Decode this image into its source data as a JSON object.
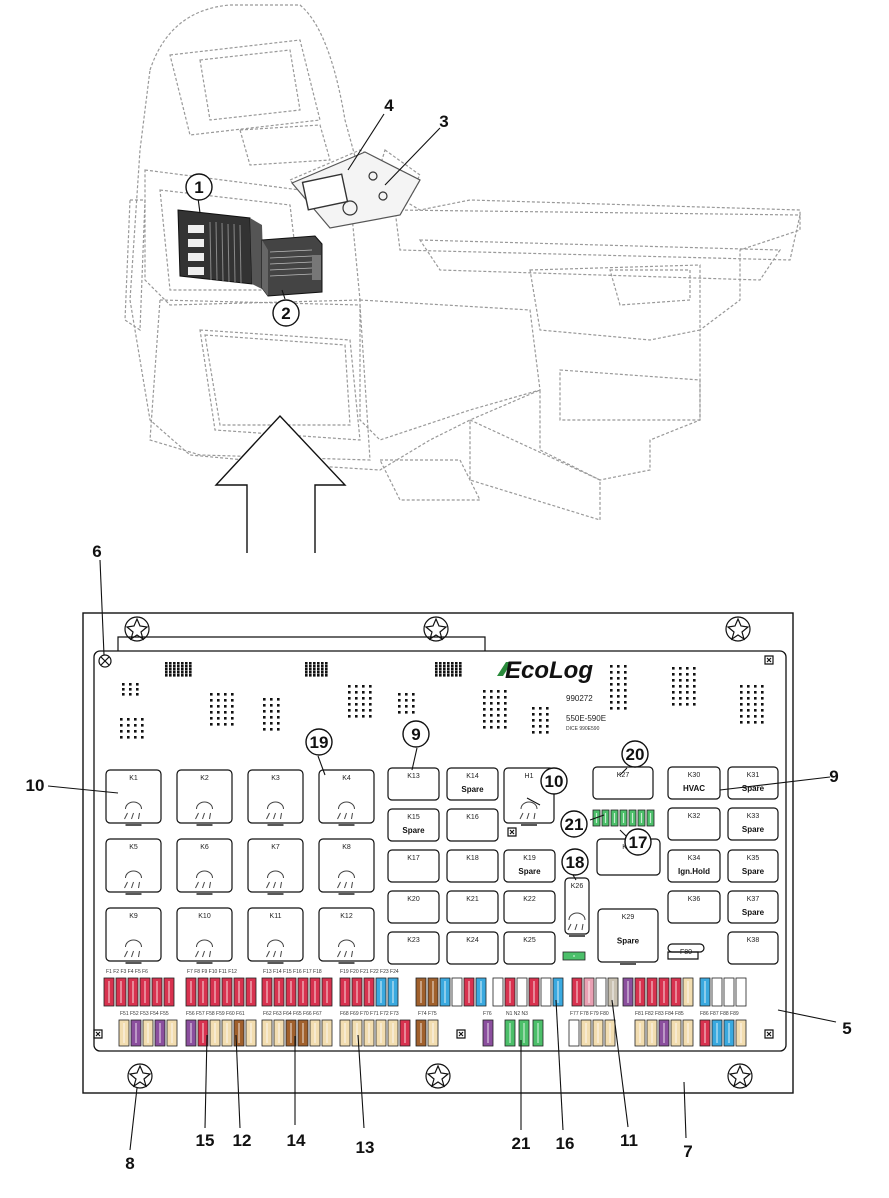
{
  "board": {
    "brand": "EcoLog",
    "part_number": "990272",
    "model_line": "550E-590E",
    "sub_line": "DICE 990E590"
  },
  "callouts": [
    "1",
    "2",
    "3",
    "4",
    "5",
    "6",
    "7",
    "8",
    "9",
    "10",
    "11",
    "12",
    "13",
    "14",
    "15",
    "16",
    "17",
    "18",
    "19",
    "20",
    "21"
  ],
  "relays": [
    {
      "id": "K1",
      "text": ""
    },
    {
      "id": "K2",
      "text": ""
    },
    {
      "id": "K3",
      "text": ""
    },
    {
      "id": "K4",
      "text": ""
    },
    {
      "id": "K5",
      "text": ""
    },
    {
      "id": "K6",
      "text": ""
    },
    {
      "id": "K7",
      "text": ""
    },
    {
      "id": "K8",
      "text": ""
    },
    {
      "id": "K9",
      "text": ""
    },
    {
      "id": "K10",
      "text": ""
    },
    {
      "id": "K11",
      "text": ""
    },
    {
      "id": "K12",
      "text": ""
    },
    {
      "id": "K13",
      "text": ""
    },
    {
      "id": "K14",
      "text": "Spare"
    },
    {
      "id": "K15",
      "text": "Spare"
    },
    {
      "id": "K16",
      "text": ""
    },
    {
      "id": "K17",
      "text": ""
    },
    {
      "id": "K18",
      "text": ""
    },
    {
      "id": "K19",
      "text": "Spare"
    },
    {
      "id": "K20",
      "text": ""
    },
    {
      "id": "K21",
      "text": ""
    },
    {
      "id": "K22",
      "text": ""
    },
    {
      "id": "K23",
      "text": ""
    },
    {
      "id": "K24",
      "text": ""
    },
    {
      "id": "K25",
      "text": ""
    },
    {
      "id": "K26",
      "text": ""
    },
    {
      "id": "K27",
      "text": ""
    },
    {
      "id": "K28",
      "text": ""
    },
    {
      "id": "K29",
      "text": "Spare"
    },
    {
      "id": "K30",
      "text": "HVAC"
    },
    {
      "id": "K31",
      "text": "Spare"
    },
    {
      "id": "K32",
      "text": ""
    },
    {
      "id": "K33",
      "text": "Spare"
    },
    {
      "id": "K34",
      "text": "Ign.Hold"
    },
    {
      "id": "K35",
      "text": "Spare"
    },
    {
      "id": "K36",
      "text": ""
    },
    {
      "id": "K37",
      "text": "Spare"
    },
    {
      "id": "K38",
      "text": ""
    },
    {
      "id": "H1",
      "text": ""
    },
    {
      "id": "F80",
      "text": ""
    }
  ],
  "fuse_labels": {
    "row1_left": "F1  F2  F3  F4  F5  F6",
    "row1_b": "F7  F8  F9  F10  F11  F12",
    "row1_c": "F13 F14 F15 F16 F17 F18",
    "row1_d": "F19 F20 F21 F22 F23 F24",
    "row2_left": "F51 F52 F53 F54 F55",
    "row2_b": "F56 F57 F58 F59 F60 F61",
    "row2_c": "F62 F63 F64 F65 F66 F67",
    "row2_d": "F68 F69 F70 F71 F72 F73",
    "row2_e": "F74 F75",
    "row2_f": "F76",
    "row2_g": "N1 N2 N3",
    "row2_h": "F77 F78 F79 F80",
    "row2_i": "F81 F82 F83 F84 F85",
    "row2_j": "F86 F87 F88 F89"
  },
  "colors": {
    "red": "#d8324f",
    "blue": "#3aa9df",
    "brown": "#a0602c",
    "tan": "#f2ddb0",
    "purple": "#8b4f9e",
    "green": "#4cbf6a",
    "pink": "#e9a0b3",
    "white": "#ffffff",
    "grey": "#c9c1b1"
  }
}
